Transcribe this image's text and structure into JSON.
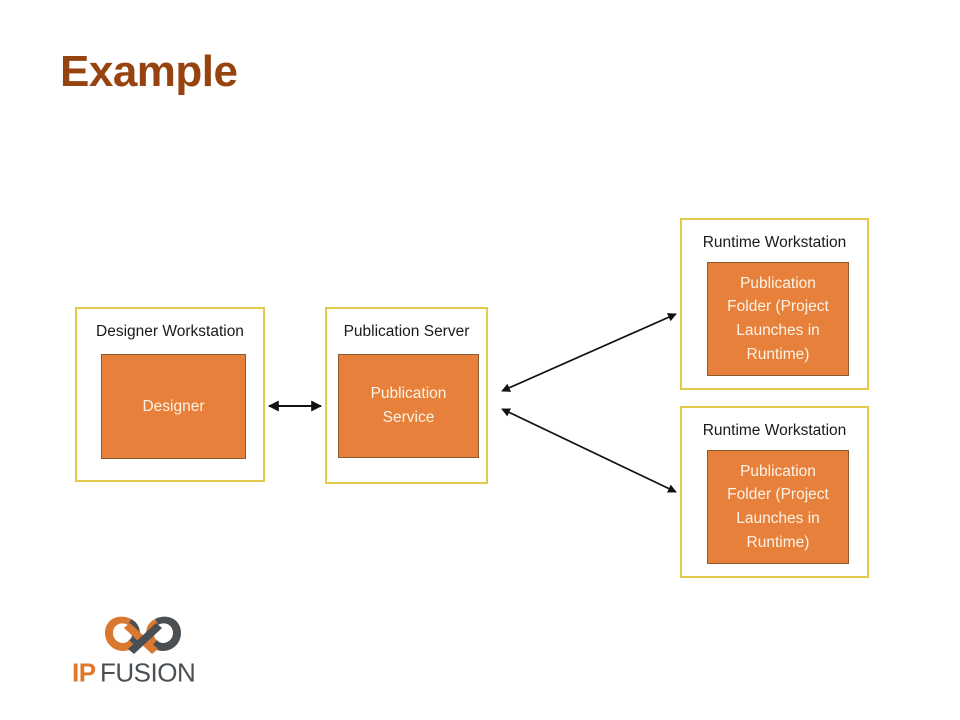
{
  "slide": {
    "title": "Example",
    "background_color": "#ffffff",
    "title_color": "#96430f",
    "accent_orange": "#e7803a",
    "border_gold": "#e5c94a",
    "arrow_color": "#1a1a1a"
  },
  "nodes": {
    "designer_workstation": {
      "label": "Designer Workstation",
      "inner_label": "Designer"
    },
    "publication_server": {
      "label": "Publication Server",
      "inner_label": "Publication\nService"
    },
    "runtime_workstation_1": {
      "label": "Runtime Workstation",
      "inner_label": "Publication\nFolder (Project\nLaunches in\nRuntime)"
    },
    "runtime_workstation_2": {
      "label": "Runtime Workstation",
      "inner_label": "Publication\nFolder (Project\nLaunches in\nRuntime)"
    }
  },
  "connectors": [
    {
      "name": "designer-to-publication-server",
      "style": "double-headed",
      "orientation": "horizontal"
    },
    {
      "name": "publication-server-to-runtime-1",
      "style": "double-headed",
      "orientation": "diagonal-up"
    },
    {
      "name": "publication-server-to-runtime-2",
      "style": "double-headed",
      "orientation": "diagonal-down"
    }
  ],
  "logo": {
    "text_primary": "IP",
    "text_secondary": "FUSION",
    "primary_color": "#e2762b",
    "secondary_color": "#4a4f54"
  }
}
